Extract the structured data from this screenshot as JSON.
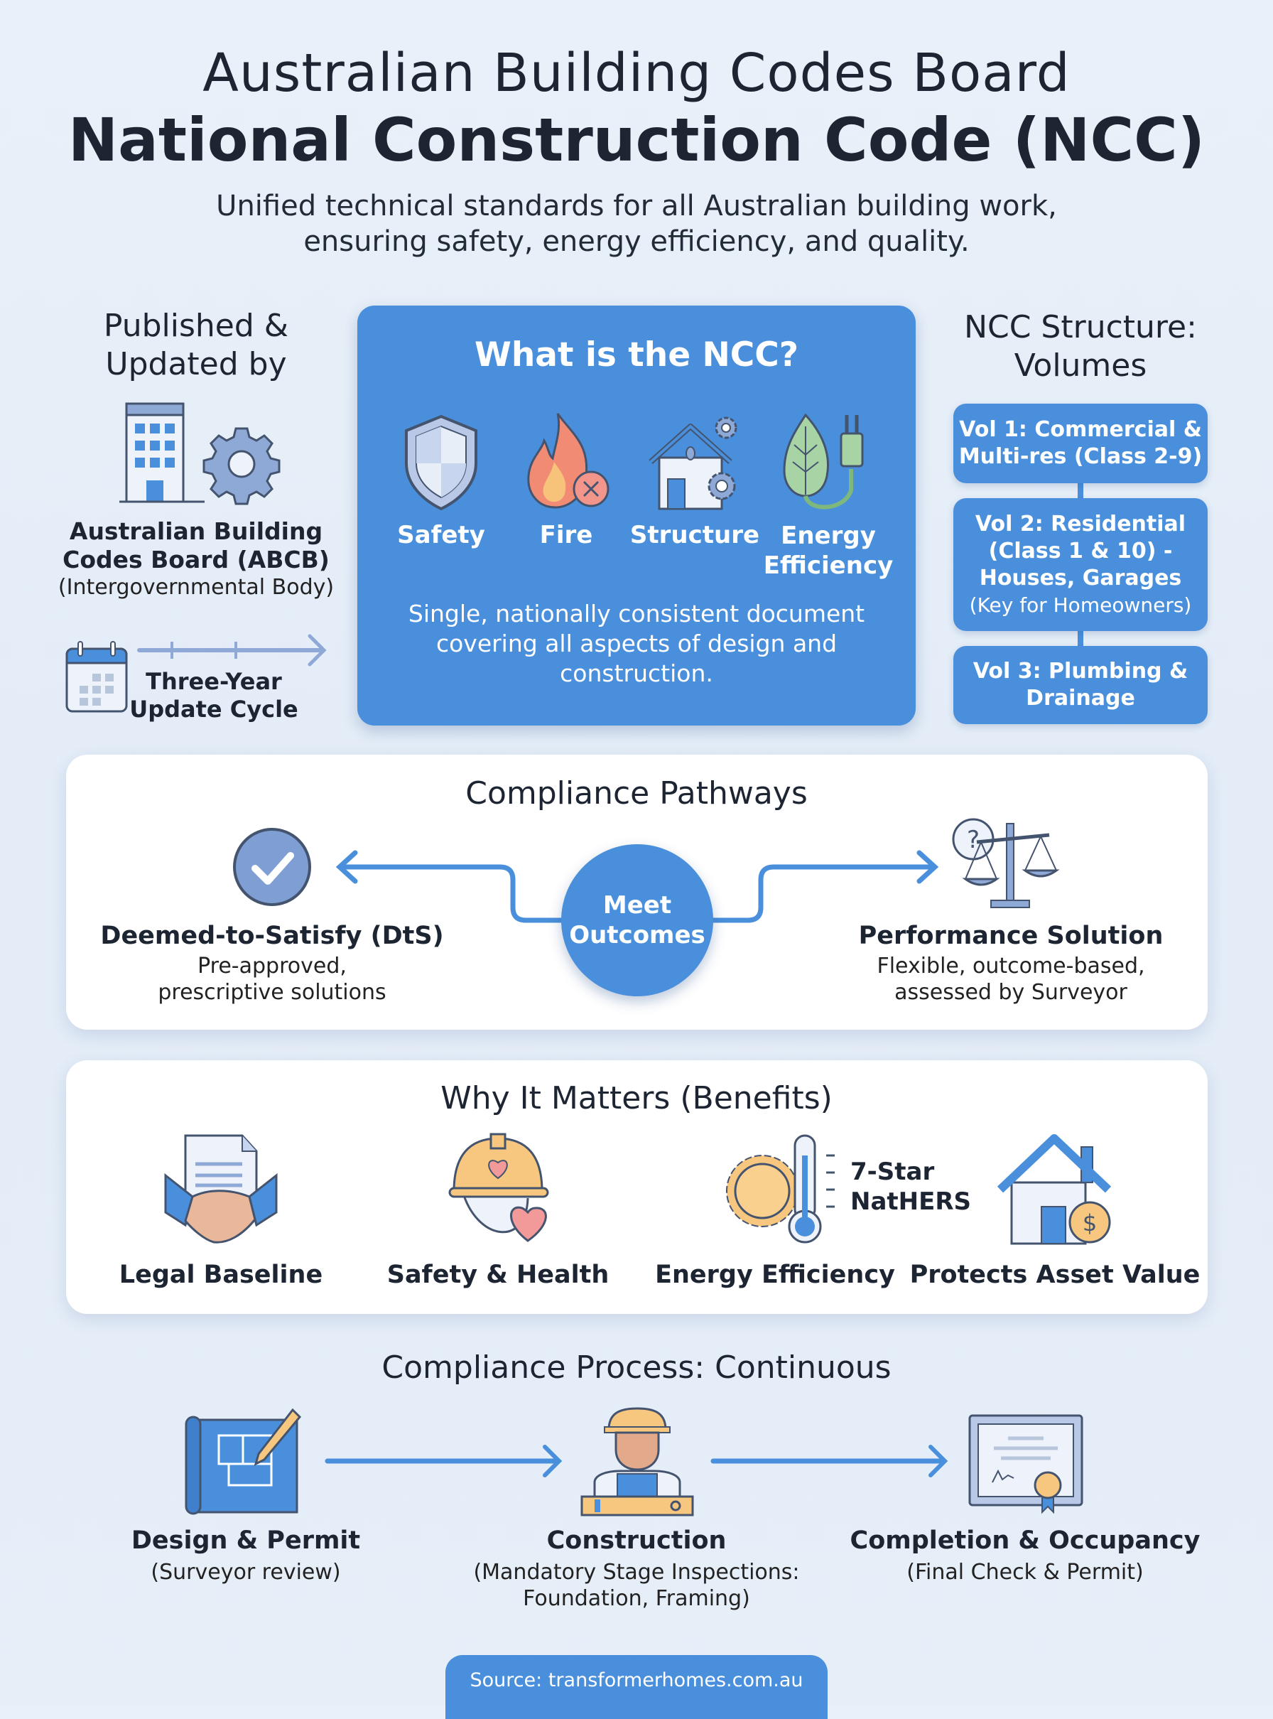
{
  "header": {
    "title_line1": "Australian Building Codes Board",
    "title_line2": "National Construction Code (NCC)",
    "subtitle_line1": "Unified technical standards for all Australian building work,",
    "subtitle_line2": "ensuring safety, energy efficiency, and quality."
  },
  "publisher": {
    "heading_line1": "Published &",
    "heading_line2": "Updated by",
    "org_line1": "Australian Building",
    "org_line2": "Codes Board (ABCB)",
    "org_note": "(Intergovernmental Body)",
    "cycle_line1": "Three-Year",
    "cycle_line2": "Update Cycle"
  },
  "what_is": {
    "title": "What is the NCC?",
    "pillars": [
      {
        "label": "Safety",
        "icon": "shield-icon"
      },
      {
        "label": "Fire",
        "icon": "fire-icon"
      },
      {
        "label": "Structure",
        "icon": "house-gears-icon"
      },
      {
        "label_line1": "Energy",
        "label_line2": "Efficiency",
        "icon": "leaf-plug-icon"
      }
    ],
    "desc_line1": "Single, nationally consistent document",
    "desc_line2": "covering all aspects of design and",
    "desc_line3": "construction."
  },
  "structure": {
    "heading_line1": "NCC Structure:",
    "heading_line2": "Volumes",
    "volumes": [
      {
        "line1": "Vol 1: Commercial &",
        "line2": "Multi-res (Class 2-9)"
      },
      {
        "line1": "Vol 2: Residential",
        "line2": "(Class 1 & 10) -",
        "line3": "Houses, Garages",
        "note": "(Key for Homeowners)"
      },
      {
        "line1": "Vol 3: Plumbing &",
        "line2": "Drainage"
      }
    ]
  },
  "pathways": {
    "title": "Compliance Pathways",
    "center_line1": "Meet",
    "center_line2": "Outcomes",
    "dts": {
      "title": "Deemed-to-Satisfy (DtS)",
      "line1": "Pre-approved,",
      "line2": "prescriptive solutions"
    },
    "performance": {
      "title": "Performance Solution",
      "line1": "Flexible, outcome-based,",
      "line2": "assessed by Surveyor"
    }
  },
  "benefits": {
    "title": "Why It Matters (Benefits)",
    "items": [
      {
        "label": "Legal Baseline",
        "icon": "handshake-icon"
      },
      {
        "label": "Safety & Health",
        "icon": "hardhat-heart-icon"
      },
      {
        "label": "Energy Efficiency",
        "icon": "sun-thermometer-icon",
        "badge_line1": "7-Star",
        "badge_line2": "NatHERS"
      },
      {
        "label": "Protects Asset Value",
        "icon": "house-dollar-icon"
      }
    ]
  },
  "process": {
    "title": "Compliance Process: Continuous",
    "steps": [
      {
        "title": "Design & Permit",
        "line1": "(Surveyor review)"
      },
      {
        "title": "Construction",
        "line1": "(Mandatory Stage Inspections:",
        "line2": "Foundation, Framing)"
      },
      {
        "title": "Completion & Occupancy",
        "line1": "(Final Check & Permit)"
      }
    ]
  },
  "footer": {
    "source": "Source: transformerhomes.com.au"
  },
  "colors": {
    "accent": "#4a8fdc",
    "background": "#e6eef8",
    "text": "#1d2533"
  }
}
